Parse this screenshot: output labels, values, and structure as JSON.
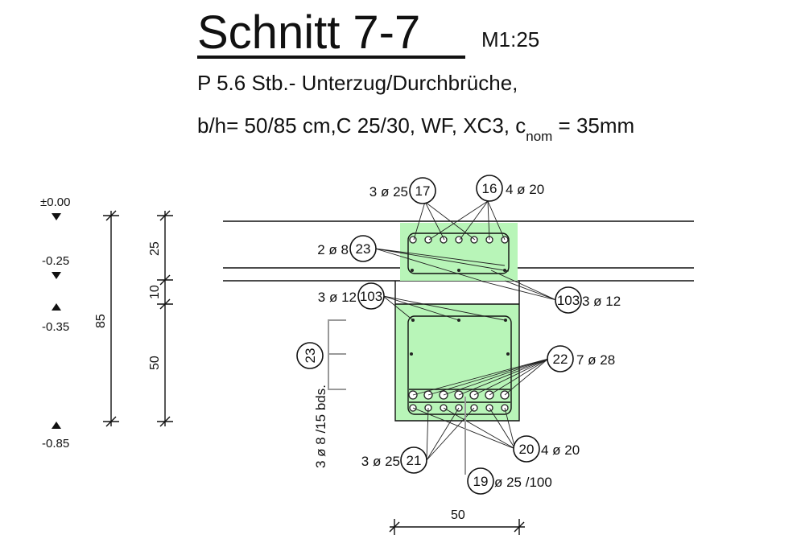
{
  "title": {
    "heading": "Schnitt 7-7",
    "scale": "M1:25",
    "line1": "P 5.6 Stb.- Unterzug/Durchbrüche,",
    "line2_main": "b/h= 50/85 cm,C 25/30, WF, XC3, c",
    "line2_sub": "nom",
    "line2_end": " = 35mm"
  },
  "levels": [
    "±0.00",
    "-0.25",
    "-0.35",
    "-0.85"
  ],
  "dimensions": {
    "total_height": "85",
    "slab": "25",
    "gap": "10",
    "beam": "50",
    "width": "50"
  },
  "stirrups_label": "3 ø 8 /15 bds.",
  "positions": [
    {
      "id": "17",
      "text": "3 ø 25"
    },
    {
      "id": "16",
      "text": "4 ø 20"
    },
    {
      "id": "23",
      "text": "2 ø 8"
    },
    {
      "id": "103",
      "text": "3 ø 12"
    },
    {
      "id": "103",
      "text": "3 ø 12"
    },
    {
      "id": "22",
      "text": "7 ø 28"
    },
    {
      "id": "21",
      "text": "3 ø 25"
    },
    {
      "id": "20",
      "text": "4 ø 20"
    },
    {
      "id": "19",
      "text": "ø 25 /100"
    },
    {
      "id": "23",
      "text": ""
    }
  ],
  "colors": {
    "concrete_fill": "#b8f5b8"
  }
}
